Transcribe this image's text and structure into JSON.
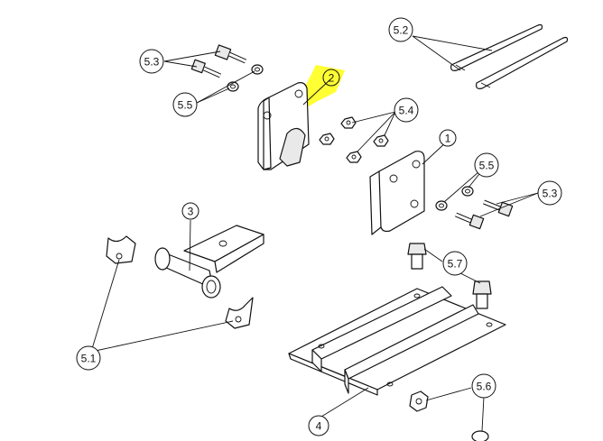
{
  "callouts": {
    "c1": "1",
    "c2": "2",
    "c3": "3",
    "c4": "4",
    "c5_1": "5.1",
    "c5_2": "5.2",
    "c5_3_left": "5.3",
    "c5_3_right": "5.3",
    "c5_4": "5.4",
    "c5_5_left": "5.5",
    "c5_5_right": "5.5",
    "c5_6": "5.6",
    "c5_7": "5.7"
  },
  "colors": {
    "highlight": "#ffff33",
    "line": "#111111"
  }
}
